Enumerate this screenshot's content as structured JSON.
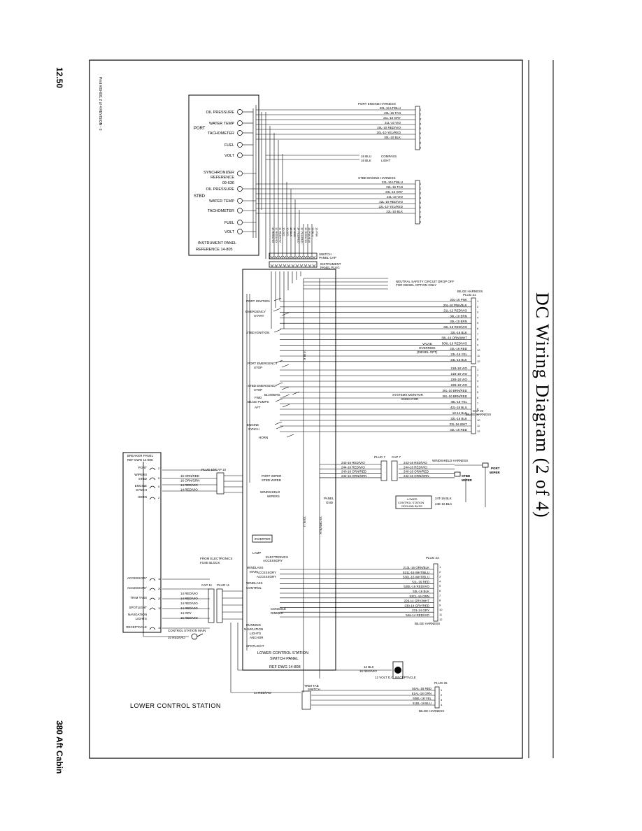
{
  "page": {
    "number": "12.50",
    "footer": "380 Aft Cabin",
    "print_ref": "Print #09-601 2 of 4 REVISION - 0"
  },
  "title": {
    "main": "DC Wiring Diagram (2 of 4)"
  },
  "instrument_panel": {
    "title": "INSTRUMENT PANEL",
    "reference": "REFERENCE 14-805",
    "port_label": "PORT",
    "stbd_label": "STBD",
    "port_gauges": [
      "OIL PRESSURE",
      "WATER TEMP",
      "TACHOMETER",
      "FUEL",
      "VOLT"
    ],
    "stbd_gauges": [
      "SYNCHRONIZER",
      "REFERENCE",
      "09-636",
      "OIL PRESSURE",
      "WATER TEMP",
      "TACHOMETER",
      "FUEL",
      "VOLT"
    ],
    "panel_wires": [
      "13 RED/VIO",
      "12 RED/VIO",
      "11 RED/VIO",
      "10 VIO",
      "10 VIO",
      "16 BLK",
      "14 RED",
      "14 YEL/RED",
      "12 YEL/RED",
      "12 RED/VIO",
      "18 PNK/BLK",
      "16 BLU",
      "16 PNK"
    ]
  },
  "port_engine_harness": {
    "title": "PORT ENGINE HARNESS",
    "wires": [
      "20L-16 LT/BLU",
      "20L-16 TAN",
      "21L-16 GRY",
      "31L-10 VIO",
      "20L-10 RED/VIO",
      "20L-10 YEL/RED",
      "30L-10 BLK"
    ],
    "pins": [
      "1",
      "2",
      "3",
      "4",
      "5",
      "6",
      "7",
      "8",
      "9"
    ]
  },
  "compass_light": {
    "wires": [
      "16 BLU",
      "16 BLK"
    ],
    "labels": [
      "COMPASS",
      "LIGHT"
    ]
  },
  "stbd_engine_harness": {
    "title": "STBD ENGINE HARNESS",
    "wires": [
      "22L-16 LT/BLU",
      "22L-16 TAN",
      "23L-16 GRY",
      "22L-10 VIO",
      "22L-10 RED/VIO",
      "22L-10 YEL/RED",
      "22L-10 BLK"
    ],
    "pins": [
      "1",
      "2",
      "3",
      "4",
      "5",
      "6",
      "7",
      "8",
      "9"
    ]
  },
  "switch_panel_cap": {
    "label_a": "SWITCH",
    "label_b": "PANEL CAP"
  },
  "instrument_panel_plug": {
    "label_a": "INSTRUMENT",
    "label_b": "PANEL PLUG"
  },
  "neutral_safety": {
    "line1": "NEUTRAL SAFETY CIRCUIT DROP OFF",
    "line2": "FOR DIESEL OPTION ONLY"
  },
  "bilge_harness_21": {
    "title_a": "BILGE HARNESS",
    "title_b": "PLUG 21",
    "wires": [
      "20L-16 PNK",
      "20L-16 PNK/BLK",
      "21L-12 RED/VIO",
      "30L-10 BRN",
      "30L-10 BRN",
      "32L-16 RED/VIO",
      "32L-16 BLK",
      "30L-16 ORN/WHT",
      "500L-16 RED/VIO",
      "23L-16 RED",
      "23L-16 YEL",
      "23L-16 BLK"
    ],
    "pins": [
      "1",
      "2",
      "3",
      "4",
      "5",
      "6",
      "7",
      "8",
      "9",
      "10",
      "11",
      "12"
    ],
    "valve": [
      "VALVE",
      "OVERRIDE",
      "(DIESEL OPT)"
    ]
  },
  "bilge_harness_22": {
    "title_a": "CAP 22",
    "title_b": "BILGE HARNESS",
    "wires": [
      "21B-18 VIO",
      "21B-18 VIO",
      "22B-18 VIO",
      "22B-18 VIO",
      "30L-10 BRN/RED",
      "30L-10 BRN/RED",
      "48L-18 YEL",
      "42L-18 BLU",
      "18-14 BLK",
      "32L-16 BLK",
      "33L-16 WHT",
      "33L-16 RED"
    ],
    "pins": [
      "1",
      "2",
      "3",
      "4",
      "5",
      "6",
      "7",
      "8",
      "9",
      "10",
      "11",
      "12"
    ]
  },
  "switches_upper": [
    "PORT IGNITION",
    "EMERGENCY",
    "START",
    "STBD IGNITION",
    "PORT EMERGENCY",
    "STOP",
    "STBD EMERGENCY",
    "STOP",
    "FWD",
    "BILGE PUMPS",
    "AFT",
    "BLOWERS",
    "ENGINE",
    "SYNCH",
    "HORN"
  ],
  "systems_monitor": [
    "SYSTEMS MONITOR",
    "INDICATOR"
  ],
  "breaker_panel": {
    "title": "BREAKER PANEL",
    "ref": "REF DWG 14-808",
    "items": [
      "PORT",
      "WIPERS",
      "STBD",
      "ENGINE",
      "SYNCH",
      "HORN",
      "ACCESSORY",
      "ACCESSORY",
      "TRIM TABS",
      "SPOTLIGHT",
      "NAVIGATION",
      "LIGHTS",
      "RECEPTACLE"
    ],
    "ratings": [
      "2",
      "5",
      "5",
      "2",
      "10",
      "20",
      "20",
      "15",
      "15"
    ]
  },
  "plug_10": {
    "label": "PLUG 10/CAP 10",
    "wires": [
      "16 ORN/RED",
      "16 ORN/GRN",
      "14 RED/VIO",
      "14 RED/VIO"
    ]
  },
  "windshield": {
    "plug": "PLUG 7",
    "cap": "CAP 7",
    "title": "WINDSHIELD HARNESS",
    "left_wires": [
      "243-16 RED/VIO",
      "244-16 RED/VIO",
      "240-18 ORN/RED",
      "242-16 ORN/GRN"
    ],
    "right_wires": [
      "243-16 RED/VIO",
      "244-16 RED/VIO",
      "240-18 ORN/RED",
      "242-16 ORN/GRN"
    ],
    "port_wiper": [
      "PORT",
      "WIPER"
    ],
    "stbd_wiper": [
      "STBD",
      "WIPER"
    ],
    "switches": [
      "PORT WIPER",
      "STBD WIPER",
      "WINDSHIELD",
      "WIPERS"
    ]
  },
  "lower_ground": {
    "label": [
      "LOWER",
      "CONTROL STATION",
      "GROUND BUSS"
    ],
    "wires": [
      "24T-16 BLK",
      "24E-16 BLK"
    ]
  },
  "panel_gnd": [
    "PANEL",
    "GND"
  ],
  "vertical_wires": [
    "10 BLK",
    "10 BLU",
    "10 ORN/BLK"
  ],
  "inverter": "INVERTER",
  "lamp": "LAMP",
  "from_electronics": [
    "FROM ELECTRONICS",
    "FUSE BLOCK"
  ],
  "switches_lower": [
    "ELECTRONICS",
    "ACCESSORY",
    "ACCESSORY",
    "ACCESSORY",
    "WINDLASS",
    "MAIN",
    "WINDLASS",
    "CONTROL",
    "CONSOLE",
    "DIMMER",
    "RUNNING",
    "NAVIGATION",
    "LIGHTS",
    "ANCHOR",
    "SPOTLIGHT"
  ],
  "plug_11": {
    "cap": "CAP 11",
    "plug": "PLUG 11",
    "wires": [
      "14 RED/VIO",
      "14 RED/VIO",
      "14 RED/VIO",
      "14 RED/VIO",
      "14 GRY",
      "16 RED/VIO"
    ]
  },
  "plug_23": {
    "title": "PLUG 23",
    "footer": "BILGE HARNESS",
    "wires": [
      "213L-16 ORN/BLK",
      "521L-16 WHT/BLU",
      "530L-16 WHT/BLU",
      "51L-16 RED",
      "52BL-16 RED/VIO",
      "53L-16 BLK",
      "53CL-16 ORN",
      "229-14 GRY/WHT",
      "230-14 GRY/RED",
      "231-14 GRY",
      "546-14 RED/VIO"
    ],
    "pins": [
      "1",
      "2",
      "3",
      "4",
      "5",
      "6",
      "7",
      "8",
      "9",
      "10",
      "11",
      "12"
    ]
  },
  "lower_switch_panel": {
    "line1": "LOWER CONTROL STATION",
    "line2": "SWITCH PANEL",
    "ref": "REF DWG 14-808"
  },
  "control_station_main": {
    "label": "CONTROL STATION MAIN",
    "wire": "10 RED/VIO"
  },
  "receptacle": {
    "wires": [
      "12 BLK",
      "16 RED/VIO"
    ],
    "label": "12 VOLT D.C. RECEPTACLE"
  },
  "trim_tab": {
    "switch": [
      "TRIM TAB",
      "SWITCH"
    ],
    "wire_in": "14 RED/VIO",
    "plug": "PLUG 26",
    "wires": [
      "50AL-18 RED",
      "51AL-18 GRN",
      "50BL-18 YEL",
      "51BL-18 BLU"
    ],
    "pins": [
      "1",
      "2",
      "3",
      "4"
    ],
    "footer": "BILGE HARNESS"
  },
  "station_label": "LOWER CONTROL STATION"
}
